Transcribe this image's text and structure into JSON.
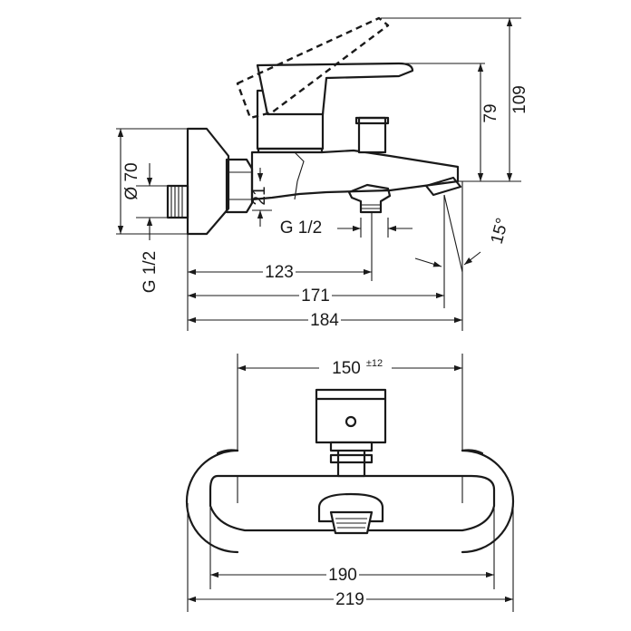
{
  "dimensions": {
    "d109": "109",
    "d79": "79",
    "d70": "Ø 70",
    "d21": "21",
    "g12_inlet": "G 1/2",
    "g12_outlet": "G 1/2",
    "d15": "15°",
    "d123": "123",
    "d171": "171",
    "d184": "184",
    "d150": "150",
    "d150_tol": "±12",
    "d190": "190",
    "d219": "219"
  }
}
